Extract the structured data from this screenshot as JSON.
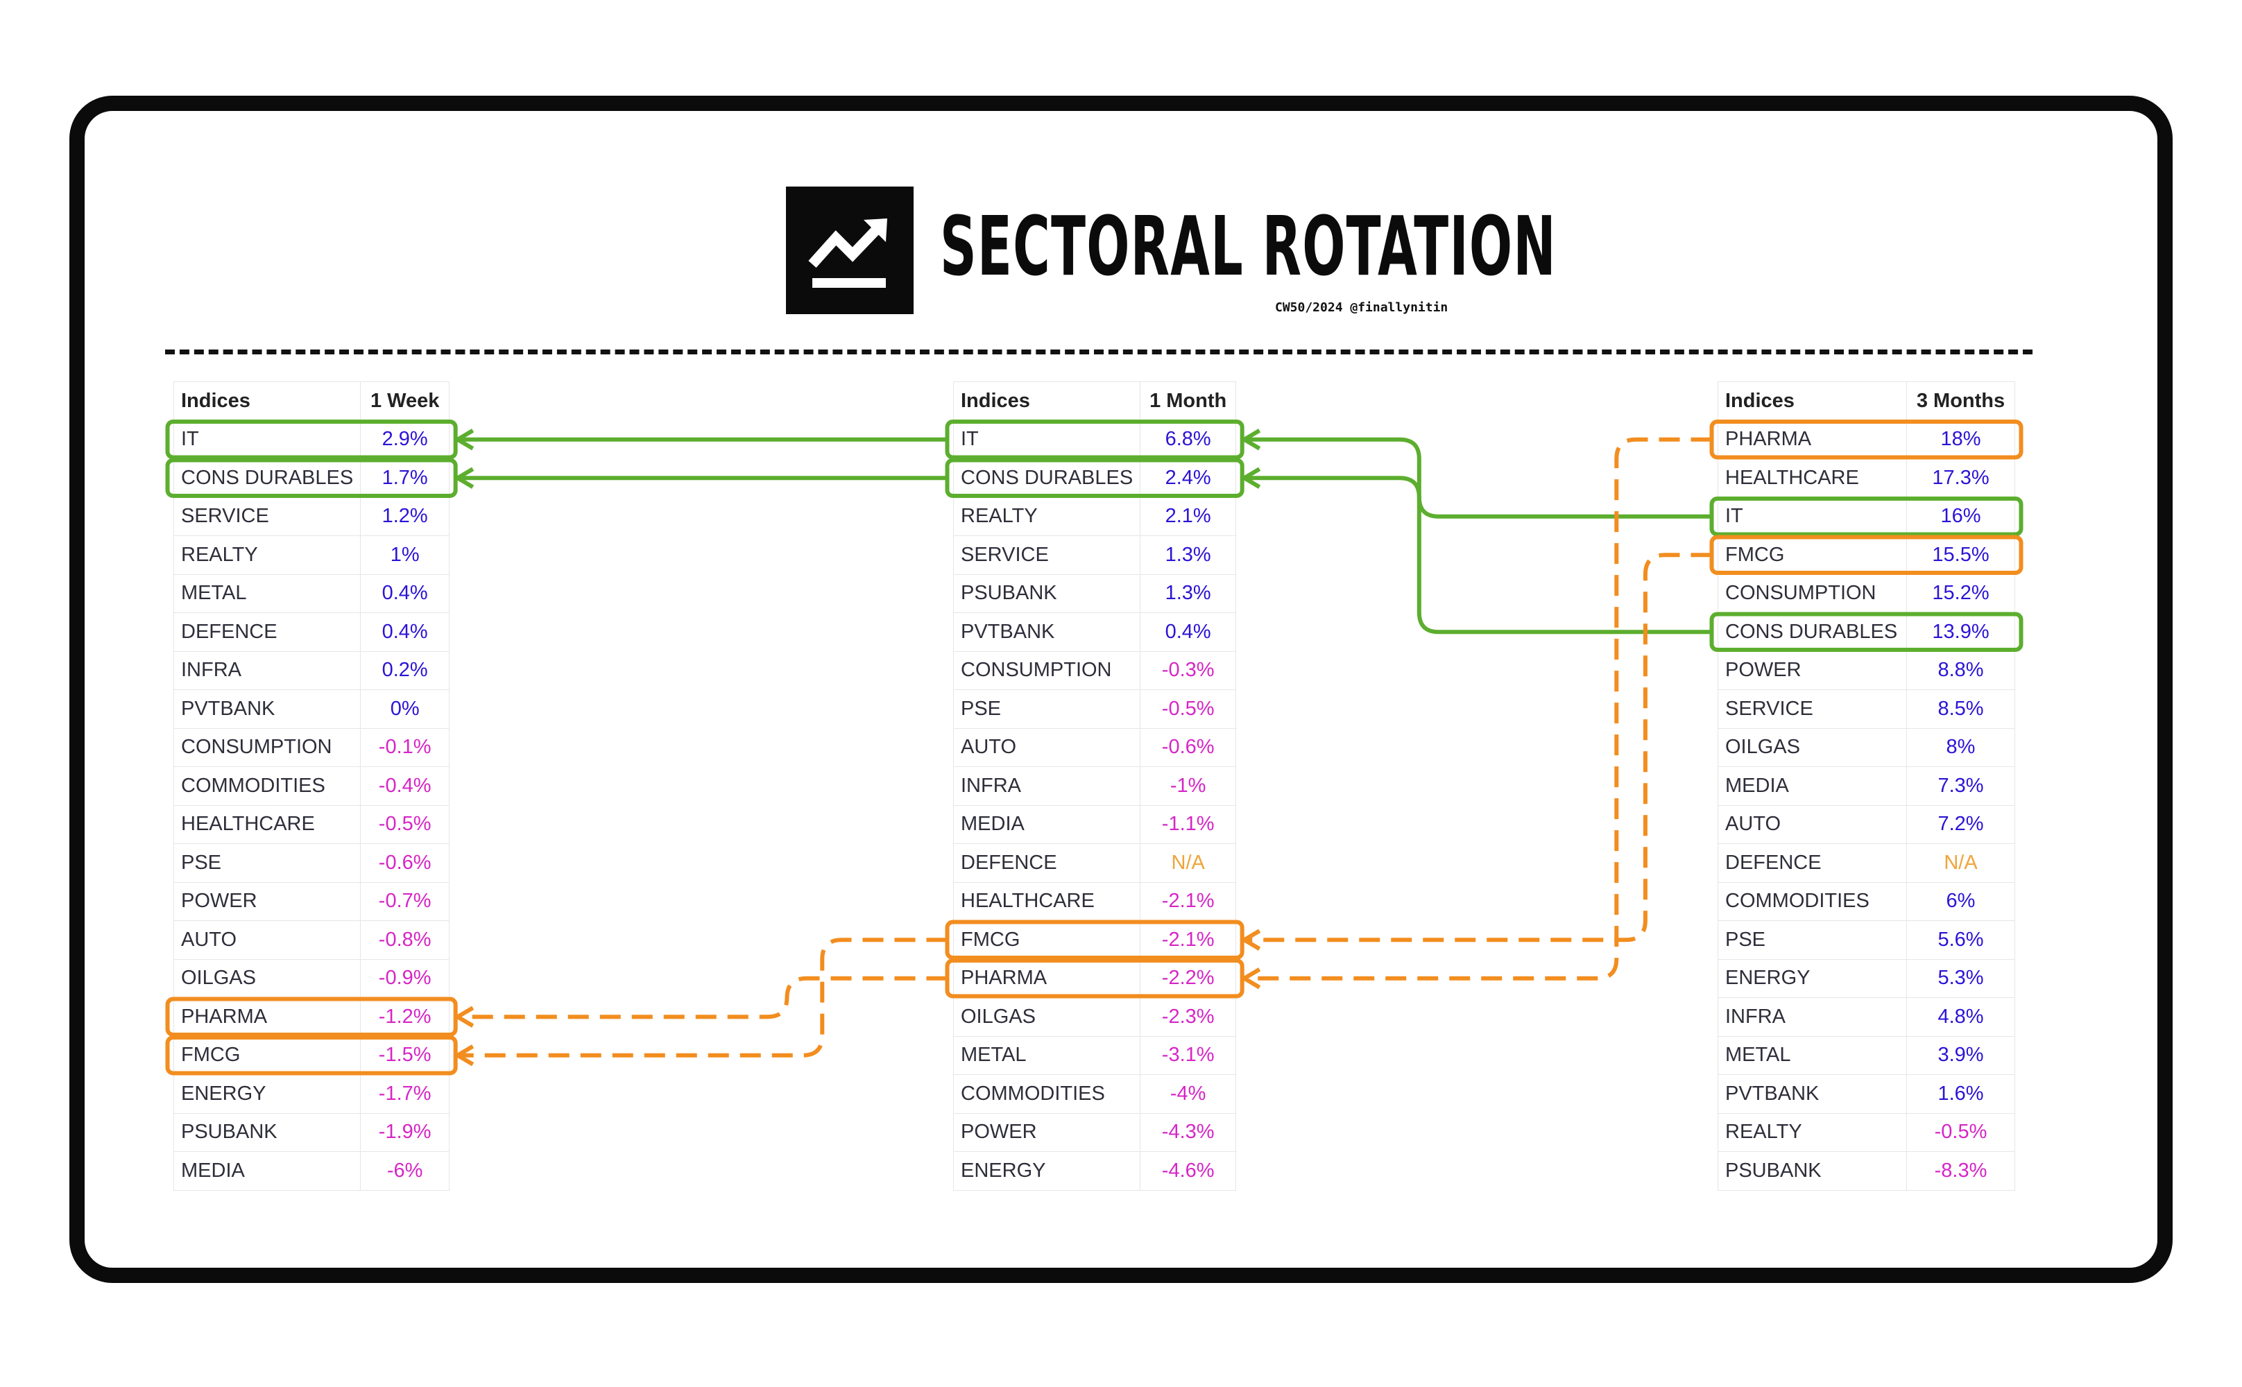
{
  "header": {
    "title": "SECTORAL ROTATION",
    "subtitle": "CW50/2024 @finallynitin"
  },
  "colors": {
    "positive": "#2b14d6",
    "negative": "#d626c6",
    "na": "#f0a43a",
    "green_highlight": "#5cae2e",
    "orange_highlight": "#f28d1f"
  },
  "chart_data": [
    {
      "type": "table",
      "columns": [
        "Indices",
        "1 Week"
      ],
      "rows": [
        [
          "IT",
          "2.9%"
        ],
        [
          "CONS DURABLES",
          "1.7%"
        ],
        [
          "SERVICE",
          "1.2%"
        ],
        [
          "REALTY",
          "1%"
        ],
        [
          "METAL",
          "0.4%"
        ],
        [
          "DEFENCE",
          "0.4%"
        ],
        [
          "INFRA",
          "0.2%"
        ],
        [
          "PVTBANK",
          "0%"
        ],
        [
          "CONSUMPTION",
          "-0.1%"
        ],
        [
          "COMMODITIES",
          "-0.4%"
        ],
        [
          "HEALTHCARE",
          "-0.5%"
        ],
        [
          "PSE",
          "-0.6%"
        ],
        [
          "POWER",
          "-0.7%"
        ],
        [
          "AUTO",
          "-0.8%"
        ],
        [
          "OILGAS",
          "-0.9%"
        ],
        [
          "PHARMA",
          "-1.2%"
        ],
        [
          "FMCG",
          "-1.5%"
        ],
        [
          "ENERGY",
          "-1.7%"
        ],
        [
          "PSUBANK",
          "-1.9%"
        ],
        [
          "MEDIA",
          "-6%"
        ]
      ],
      "highlight_green": [
        "IT",
        "CONS DURABLES"
      ],
      "highlight_orange": [
        "PHARMA",
        "FMCG"
      ]
    },
    {
      "type": "table",
      "columns": [
        "Indices",
        "1 Month"
      ],
      "rows": [
        [
          "IT",
          "6.8%"
        ],
        [
          "CONS DURABLES",
          "2.4%"
        ],
        [
          "REALTY",
          "2.1%"
        ],
        [
          "SERVICE",
          "1.3%"
        ],
        [
          "PSUBANK",
          "1.3%"
        ],
        [
          "PVTBANK",
          "0.4%"
        ],
        [
          "CONSUMPTION",
          "-0.3%"
        ],
        [
          "PSE",
          "-0.5%"
        ],
        [
          "AUTO",
          "-0.6%"
        ],
        [
          "INFRA",
          "-1%"
        ],
        [
          "MEDIA",
          "-1.1%"
        ],
        [
          "DEFENCE",
          "N/A"
        ],
        [
          "HEALTHCARE",
          "-2.1%"
        ],
        [
          "FMCG",
          "-2.1%"
        ],
        [
          "PHARMA",
          "-2.2%"
        ],
        [
          "OILGAS",
          "-2.3%"
        ],
        [
          "METAL",
          "-3.1%"
        ],
        [
          "COMMODITIES",
          "-4%"
        ],
        [
          "POWER",
          "-4.3%"
        ],
        [
          "ENERGY",
          "-4.6%"
        ]
      ],
      "highlight_green": [
        "IT",
        "CONS DURABLES"
      ],
      "highlight_orange": [
        "FMCG",
        "PHARMA"
      ]
    },
    {
      "type": "table",
      "columns": [
        "Indices",
        "3 Months"
      ],
      "rows": [
        [
          "PHARMA",
          "18%"
        ],
        [
          "HEALTHCARE",
          "17.3%"
        ],
        [
          "IT",
          "16%"
        ],
        [
          "FMCG",
          "15.5%"
        ],
        [
          "CONSUMPTION",
          "15.2%"
        ],
        [
          "CONS DURABLES",
          "13.9%"
        ],
        [
          "POWER",
          "8.8%"
        ],
        [
          "SERVICE",
          "8.5%"
        ],
        [
          "OILGAS",
          "8%"
        ],
        [
          "MEDIA",
          "7.3%"
        ],
        [
          "AUTO",
          "7.2%"
        ],
        [
          "DEFENCE",
          "N/A"
        ],
        [
          "COMMODITIES",
          "6%"
        ],
        [
          "PSE",
          "5.6%"
        ],
        [
          "ENERGY",
          "5.3%"
        ],
        [
          "INFRA",
          "4.8%"
        ],
        [
          "METAL",
          "3.9%"
        ],
        [
          "PVTBANK",
          "1.6%"
        ],
        [
          "REALTY",
          "-0.5%"
        ],
        [
          "PSUBANK",
          "-8.3%"
        ]
      ],
      "highlight_green": [
        "IT",
        "CONS DURABLES"
      ],
      "highlight_orange": [
        "PHARMA",
        "FMCG"
      ]
    }
  ]
}
